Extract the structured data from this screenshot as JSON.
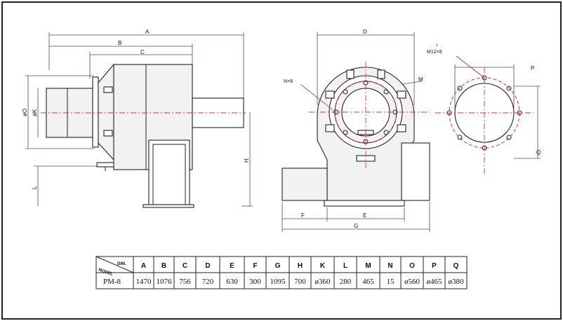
{
  "dims": {
    "A": "A",
    "B": "B",
    "C": "C",
    "D": "D",
    "E": "E",
    "F": "F",
    "G": "G",
    "H": "H",
    "L": "L",
    "M": "M",
    "P": "P",
    "Q": "Q",
    "O": "øO",
    "K": "øK",
    "N": "N×8",
    "M12": "M12×8",
    "star": "*"
  },
  "table": {
    "corner_top": "DIM.",
    "corner_bottom": "MODEL",
    "headers": [
      "A",
      "B",
      "C",
      "D",
      "E",
      "F",
      "G",
      "H",
      "K",
      "L",
      "M",
      "N",
      "O",
      "P",
      "Q"
    ],
    "model": "PM-8",
    "values": [
      "1470",
      "1076",
      "756",
      "720",
      "630",
      "300",
      "1095",
      "700",
      "ø360",
      "280",
      "465",
      "15",
      "ø560",
      "ø465",
      "ø380"
    ]
  },
  "colors": {
    "centerline": "#e0342c",
    "dimension": "#6b3a6b",
    "outline": "#222222"
  }
}
